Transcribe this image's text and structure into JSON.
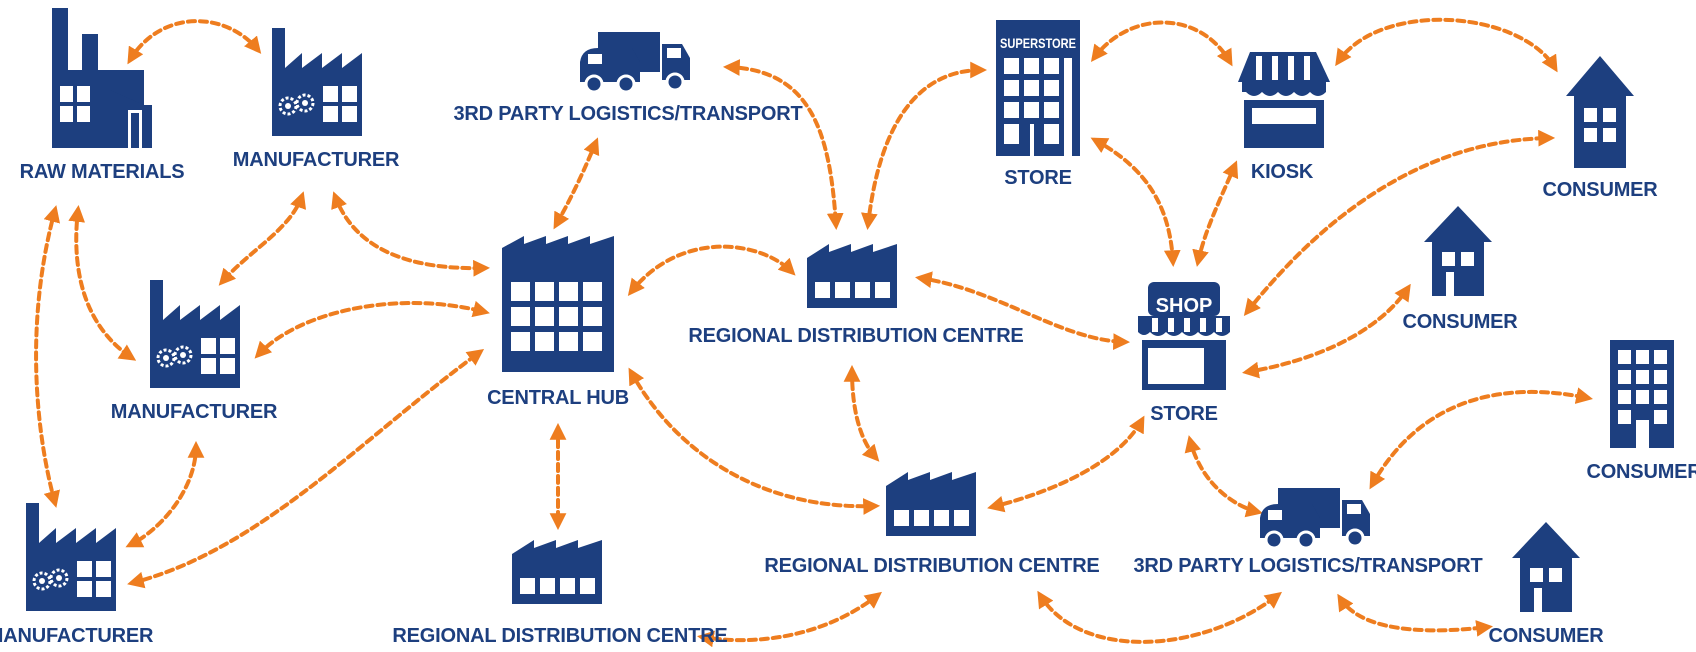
{
  "colors": {
    "icon": "#1d3f7f",
    "connector": "#ee7d1f",
    "background": "#ffffff"
  },
  "nodes": [
    {
      "id": "raw-materials",
      "icon": "factory-icon",
      "label": "RAW MATERIALS"
    },
    {
      "id": "manufacturer-top",
      "icon": "factory-gears-icon",
      "label": "MANUFACTURER"
    },
    {
      "id": "manufacturer-mid",
      "icon": "factory-gears-icon",
      "label": "MANUFACTURER"
    },
    {
      "id": "manufacturer-bottom",
      "icon": "factory-gears-icon",
      "label": "MANUFACTURER"
    },
    {
      "id": "logistics-top",
      "icon": "truck-van-icon",
      "label": "3RD PARTY LOGISTICS/TRANSPORT"
    },
    {
      "id": "central-hub",
      "icon": "warehouse-grid-icon",
      "label": "CENTRAL HUB"
    },
    {
      "id": "rdc-bottom-left",
      "icon": "warehouse-icon",
      "label": "REGIONAL DISTRIBUTION CENTRE"
    },
    {
      "id": "rdc-top",
      "icon": "warehouse-icon",
      "label": "REGIONAL DISTRIBUTION CENTRE"
    },
    {
      "id": "rdc-bottom-mid",
      "icon": "warehouse-icon",
      "label": "REGIONAL DISTRIBUTION CENTRE"
    },
    {
      "id": "superstore",
      "icon": "superstore-building-icon",
      "label": "STORE",
      "sign": "SUPERSTORE"
    },
    {
      "id": "kiosk",
      "icon": "kiosk-icon",
      "label": "KIOSK"
    },
    {
      "id": "shop",
      "icon": "shop-icon",
      "label": "STORE",
      "sign": "SHOP"
    },
    {
      "id": "logistics-bottom",
      "icon": "truck-van-icon",
      "label": "3RD PARTY LOGISTICS/TRANSPORT"
    },
    {
      "id": "consumer-top",
      "icon": "house-icon",
      "label": "CONSUMER"
    },
    {
      "id": "consumer-mid",
      "icon": "house-icon",
      "label": "CONSUMER"
    },
    {
      "id": "consumer-right",
      "icon": "apartment-icon",
      "label": "CONSUMER"
    },
    {
      "id": "consumer-bottom",
      "icon": "house-icon",
      "label": "CONSUMER"
    }
  ],
  "connections": [
    [
      "raw-materials",
      "manufacturer-top"
    ],
    [
      "raw-materials",
      "manufacturer-mid"
    ],
    [
      "raw-materials",
      "manufacturer-bottom"
    ],
    [
      "manufacturer-top",
      "manufacturer-mid"
    ],
    [
      "manufacturer-top",
      "central-hub"
    ],
    [
      "manufacturer-mid",
      "central-hub"
    ],
    [
      "manufacturer-mid",
      "manufacturer-bottom"
    ],
    [
      "manufacturer-bottom",
      "central-hub"
    ],
    [
      "logistics-top",
      "central-hub"
    ],
    [
      "logistics-top",
      "rdc-top"
    ],
    [
      "central-hub",
      "rdc-top"
    ],
    [
      "central-hub",
      "rdc-bottom-left"
    ],
    [
      "central-hub",
      "rdc-bottom-mid"
    ],
    [
      "rdc-top",
      "superstore"
    ],
    [
      "rdc-top",
      "shop"
    ],
    [
      "rdc-top",
      "rdc-bottom-mid"
    ],
    [
      "rdc-bottom-mid",
      "shop"
    ],
    [
      "rdc-bottom-mid",
      "rdc-bottom-left"
    ],
    [
      "rdc-bottom-mid",
      "logistics-bottom"
    ],
    [
      "superstore",
      "kiosk"
    ],
    [
      "superstore",
      "shop"
    ],
    [
      "kiosk",
      "shop"
    ],
    [
      "kiosk",
      "consumer-top"
    ],
    [
      "shop",
      "consumer-top"
    ],
    [
      "shop",
      "consumer-mid"
    ],
    [
      "shop",
      "logistics-bottom"
    ],
    [
      "logistics-bottom",
      "consumer-right"
    ],
    [
      "logistics-bottom",
      "consumer-bottom"
    ]
  ]
}
